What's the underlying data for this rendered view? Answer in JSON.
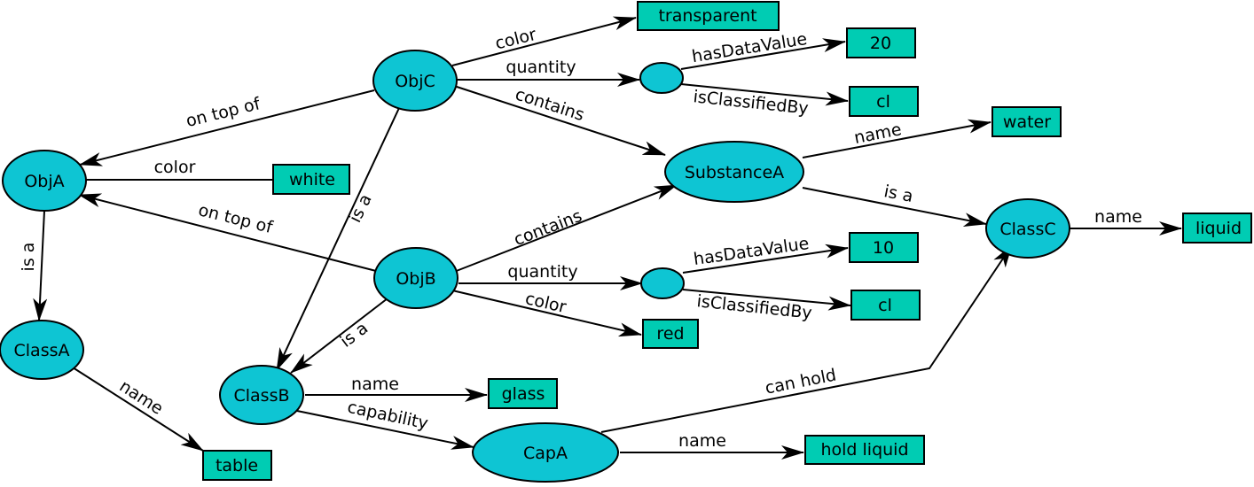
{
  "colors": {
    "node_fill": "#0ec5d3",
    "literal_fill": "#00ccb3",
    "stroke": "#000000"
  },
  "nodes": {
    "objc": "ObjC",
    "obja": "ObjA",
    "objb": "ObjB",
    "classa": "ClassA",
    "classb": "ClassB",
    "classc": "ClassC",
    "substancea": "SubstanceA",
    "capa": "CapA"
  },
  "literals": {
    "transparent": "transparent",
    "v20": "20",
    "cl1": "cl",
    "water": "water",
    "white": "white",
    "v10": "10",
    "cl2": "cl",
    "red": "red",
    "liquid": "liquid",
    "glass": "glass",
    "table": "table",
    "hold_liquid": "hold liquid"
  },
  "edges": {
    "objc_color": "color",
    "objc_quantity": "quantity",
    "q1_hasdatavalue": "hasDataValue",
    "q1_isclassifiedby": "isClassifiedBy",
    "objc_contains": "contains",
    "objc_ontop": "on top of",
    "objc_isa": "is a",
    "substance_name": "name",
    "substance_isa": "is a",
    "obja_color": "color",
    "obja_isa": "is a",
    "objb_ontop": "on top of",
    "objb_contains": "contains",
    "objb_quantity": "quantity",
    "objb_color": "color",
    "q2_hasdatavalue": "hasDataValue",
    "q2_isclassifiedby": "isClassifiedBy",
    "objb_isa": "is a",
    "classc_name": "name",
    "classa_name": "name",
    "classb_name": "name",
    "classb_capability": "capability",
    "capa_canhold": "can hold",
    "capa_name": "name"
  }
}
